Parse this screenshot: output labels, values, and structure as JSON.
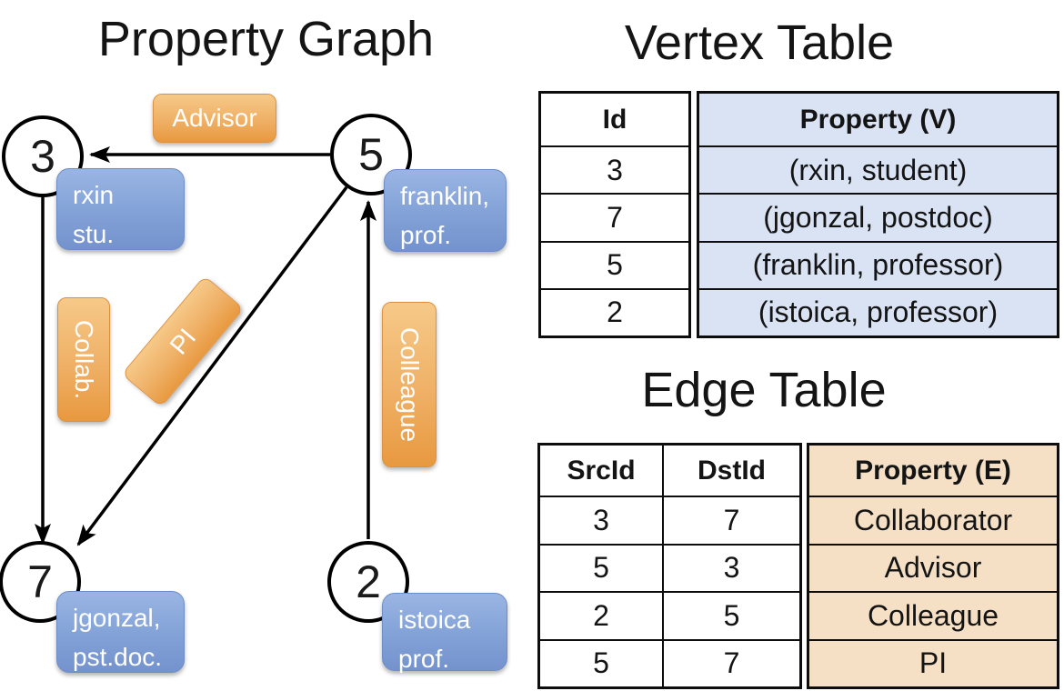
{
  "titles": {
    "graph": "Property Graph",
    "vertex": "Vertex Table",
    "edge": "Edge Table"
  },
  "graph": {
    "nodes": [
      {
        "id": "3",
        "prop1": "rxin",
        "prop2": "stu."
      },
      {
        "id": "5",
        "prop1": "franklin,",
        "prop2": "prof."
      },
      {
        "id": "7",
        "prop1": "jgonzal,",
        "prop2": "pst.doc."
      },
      {
        "id": "2",
        "prop1": "istoica",
        "prop2": "prof."
      }
    ],
    "edge_labels": {
      "advisor": "Advisor",
      "collab": "Collab.",
      "pi": "PI",
      "colleague": "Colleague"
    }
  },
  "vertex_table": {
    "headers": {
      "id": "Id",
      "property": "Property (V)"
    },
    "rows": [
      {
        "id": "3",
        "property": "(rxin, student)"
      },
      {
        "id": "7",
        "property": "(jgonzal, postdoc)"
      },
      {
        "id": "5",
        "property": "(franklin, professor)"
      },
      {
        "id": "2",
        "property": "(istoica, professor)"
      }
    ]
  },
  "edge_table": {
    "headers": {
      "src": "SrcId",
      "dst": "DstId",
      "property": "Property (E)"
    },
    "rows": [
      {
        "src": "3",
        "dst": "7",
        "property": "Collaborator"
      },
      {
        "src": "5",
        "dst": "3",
        "property": "Advisor"
      },
      {
        "src": "2",
        "dst": "5",
        "property": "Colleague"
      },
      {
        "src": "5",
        "dst": "7",
        "property": "PI"
      }
    ]
  },
  "colors": {
    "edge_label_fill": "#eea958",
    "vertex_prop_fill": "#d9e3f4",
    "edge_prop_fill": "#f5e0c6",
    "node_prop_fill": "#84a3d8"
  }
}
